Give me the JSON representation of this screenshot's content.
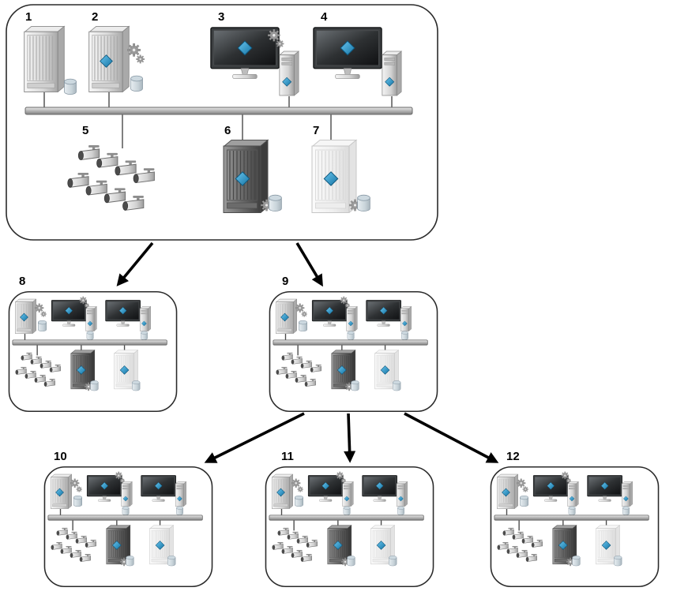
{
  "colors": {
    "accent_light": "#6ac6ef",
    "accent_dark": "#1473a3",
    "outline": "#2a2a2a",
    "metal": "#b5b5b5",
    "background": "#ffffff"
  },
  "main_site": {
    "nodes": [
      {
        "label": "1",
        "icon": "server-tower-with-database"
      },
      {
        "label": "2",
        "icon": "server-tower-with-diamond-gears-and-database"
      },
      {
        "label": "3",
        "icon": "monitor-workstation-with-gears-and-pc-tower"
      },
      {
        "label": "4",
        "icon": "monitor-workstation-with-pc-tower"
      },
      {
        "label": "5",
        "icon": "camera-group"
      },
      {
        "label": "6",
        "icon": "dark-server-tower-with-diamond-gear-and-database"
      },
      {
        "label": "7",
        "icon": "faded-server-tower-with-diamond-gear-and-database"
      }
    ]
  },
  "sites": [
    {
      "label": "8",
      "icon": "remote-site-topology"
    },
    {
      "label": "9",
      "icon": "remote-site-topology"
    },
    {
      "label": "10",
      "icon": "remote-site-topology"
    },
    {
      "label": "11",
      "icon": "remote-site-topology"
    },
    {
      "label": "12",
      "icon": "remote-site-topology"
    }
  ],
  "connections": [
    {
      "from": "main-site",
      "to": "site-8"
    },
    {
      "from": "main-site",
      "to": "site-9"
    },
    {
      "from": "site-9",
      "to": "site-10"
    },
    {
      "from": "site-9",
      "to": "site-11"
    },
    {
      "from": "site-9",
      "to": "site-12"
    }
  ]
}
